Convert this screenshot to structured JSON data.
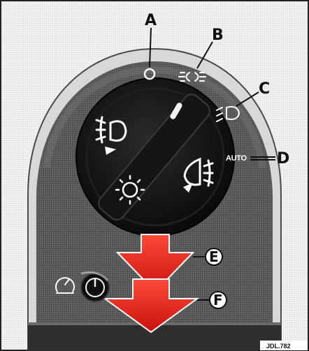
{
  "callouts": {
    "a": "A",
    "b": "B",
    "c": "C",
    "d": "D",
    "e": "E",
    "f": "F"
  },
  "dial_auto_label": "AUTO",
  "reference_code": "JDL.782",
  "icons": {
    "off_position": "off-circle-icon",
    "side_lamps": "side-lamps-icon",
    "headlamps": "headlamp-icon",
    "auto_lamps": "auto-label",
    "front_fog": "front-fog-lamp-icon",
    "rear_fog": "rear-fog-lamp-icon",
    "lamp_check": "lamp-bulb-icon",
    "dimmer": "instrument-dimmer-icon",
    "headlamp_leveling": "headlamp-leveling-knob-icon"
  },
  "colors": {
    "background": "#ffffff",
    "panel": "#5b5b5b",
    "dial": "#0e0e0e",
    "arrow": "#e0201a",
    "arrow_edge": "#ffd9d0"
  }
}
